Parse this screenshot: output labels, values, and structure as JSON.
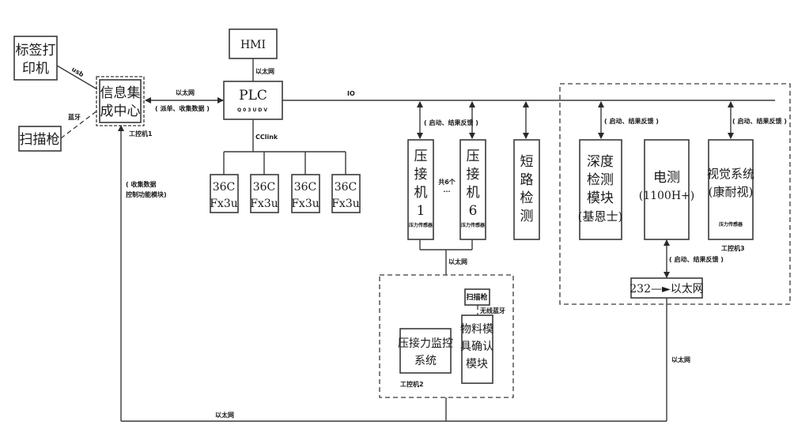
{
  "nodes": {
    "label_printer": {
      "line1": "标签打",
      "line2": "印机"
    },
    "scanner": {
      "label": "扫描枪"
    },
    "info_center": {
      "line1": "信息集",
      "line2": "成中心",
      "caption": "工控机1"
    },
    "hmi": {
      "label": "HMI"
    },
    "plc": {
      "label": "PLC",
      "model": "Q03UDV"
    },
    "fx_units": [
      {
        "line1": "36C",
        "line2": "Fx3u"
      },
      {
        "line1": "36C",
        "line2": "Fx3u"
      },
      {
        "line1": "36C",
        "line2": "Fx3u"
      },
      {
        "line1": "36C",
        "line2": "Fx3u"
      }
    ],
    "press1": {
      "chars": [
        "压",
        "接",
        "机",
        "1"
      ],
      "sensor": "压力传感器"
    },
    "press6": {
      "chars": [
        "压",
        "接",
        "机",
        "6"
      ],
      "sensor": "压力传感器"
    },
    "press_count": {
      "label": "共6个",
      "dots": "···"
    },
    "short_test": {
      "chars": [
        "短",
        "路",
        "检",
        "测"
      ]
    },
    "depth_module": {
      "lines": [
        "深度",
        "检测",
        "模块",
        "(基恩士)"
      ]
    },
    "electric_test": {
      "lines": [
        "电测",
        "(1100H+)"
      ]
    },
    "vision_system": {
      "lines": [
        "视觉系统",
        "(康耐视)"
      ],
      "sensor": "压力传感器"
    },
    "ipc2_group": {
      "caption": "工控机2",
      "press_monitor": {
        "lines": [
          "压接力监控",
          "系统"
        ]
      },
      "scanner": {
        "label": "扫描枪"
      },
      "material_module": {
        "lines": [
          "物料模",
          "具确认",
          "模块"
        ]
      },
      "wireless_label": "无线蓝牙"
    },
    "ipc3_group": {
      "caption": "工控机3"
    },
    "converter": {
      "label": "232—►以太网"
    }
  },
  "links": {
    "usb": "usb",
    "bluetooth": "蓝牙",
    "ethernet": "以太网",
    "order_data": "( 派单、收集数据 )",
    "io": "IO",
    "cclink": "CClink",
    "start_feedback": "( 启动、结果反馈 )",
    "collect_data_line1": "( 收集数据",
    "collect_data_line2": "控制功能模块)"
  }
}
